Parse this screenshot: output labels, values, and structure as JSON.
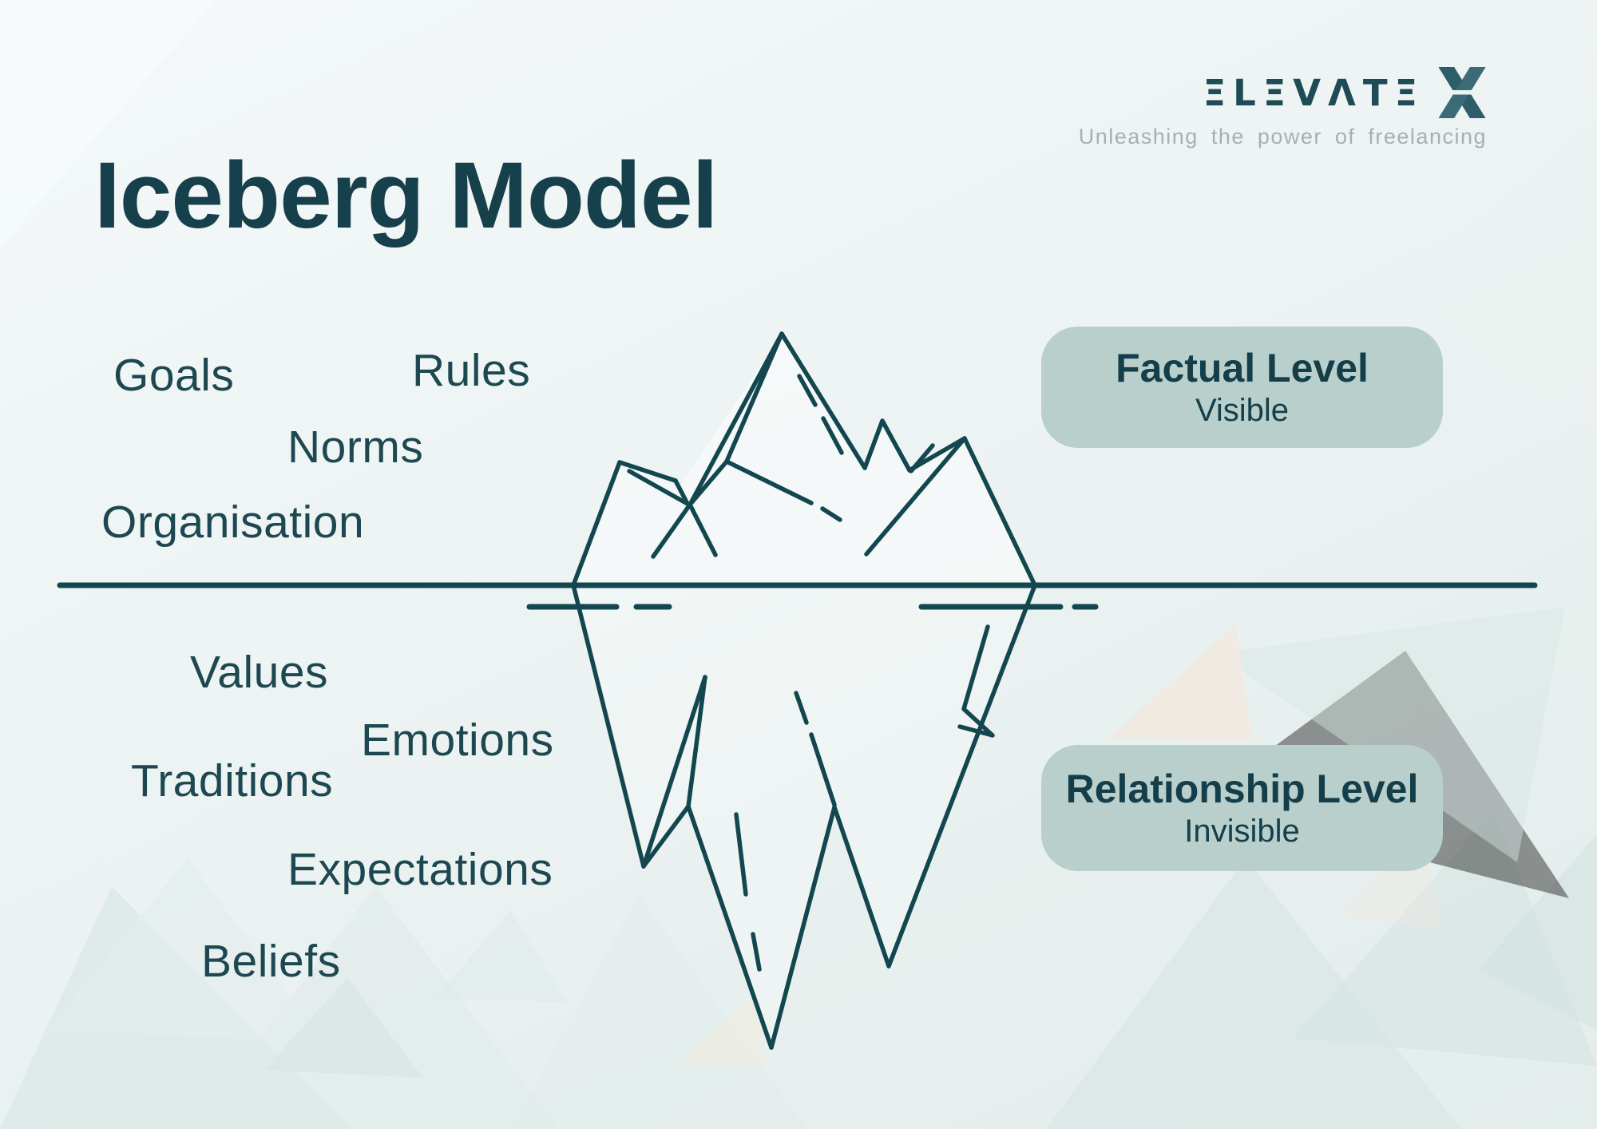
{
  "page": {
    "title": "Iceberg Model"
  },
  "logo": {
    "brand": "ΞLΞVΛTΞ",
    "mark": "x-mark",
    "tagline": "Unleashing the power of freelancing"
  },
  "above_water_labels": [
    "Goals",
    "Rules",
    "Norms",
    "Organisation"
  ],
  "below_water_labels": [
    "Values",
    "Emotions",
    "Traditions",
    "Expectations",
    "Beliefs"
  ],
  "levels": {
    "factual": {
      "title": "Factual Level",
      "subtitle": "Visible"
    },
    "relationship": {
      "title": "Relationship Level",
      "subtitle": "Invisible"
    }
  },
  "icons": [
    "iceberg-line-art",
    "waterline",
    "x-mark"
  ],
  "colors": {
    "ink": "#16404b",
    "label": "#1d4851",
    "line": "#134750",
    "badge-bg": "#b9cfcc",
    "badge-text": "#143f4a",
    "tagline": "#a6b0b2",
    "logo": "#1e4b55",
    "mark": "#3a6b77"
  }
}
